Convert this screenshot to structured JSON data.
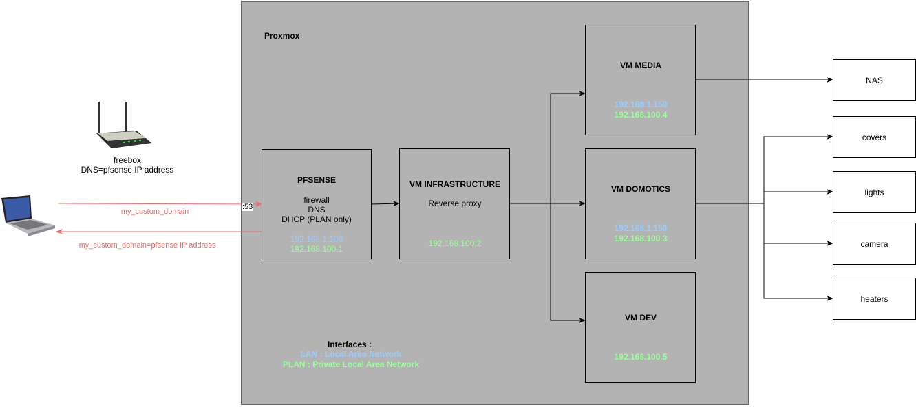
{
  "proxmox": {
    "label": "Proxmox"
  },
  "router": {
    "name": "freebox",
    "note": "DNS=pfsense IP address"
  },
  "client": {
    "request_label": "my_custom_domain",
    "response_label": "my_custom_domain=pfsense IP address",
    "port": ":53"
  },
  "pfsense": {
    "title": "PFSENSE",
    "roles": [
      "firewall",
      "DNS",
      "DHCP (PLAN only)"
    ],
    "lan_ip": "192.168.1.100",
    "plan_ip": "192.168.100.1"
  },
  "vm_infra": {
    "title": "VM INFRASTRUCTURE",
    "role": "Reverse proxy",
    "plan_ip": "192.168.100.2"
  },
  "vm_media": {
    "title": "VM MEDIA",
    "lan_ip": "192.168.1.150",
    "plan_ip": "192.168.100.4"
  },
  "vm_domotics": {
    "title": "VM DOMOTICS",
    "lan_ip": "192.168.1.150",
    "plan_ip": "192.168.100.3"
  },
  "vm_dev": {
    "title": "VM DEV",
    "plan_ip": "192.168.100.5"
  },
  "interfaces": {
    "title": "Interfaces :",
    "lan": "LAN : Local Area Network",
    "plan": "PLAN : Private Local Area Network"
  },
  "devices": {
    "nas": "NAS",
    "covers": "covers",
    "lights": "lights",
    "camera": "camera",
    "heaters": "heaters"
  },
  "colors": {
    "lan": "#99ccff",
    "plan": "#99ff99",
    "flow": "#ea6b66",
    "container": "#b3b3b3"
  }
}
